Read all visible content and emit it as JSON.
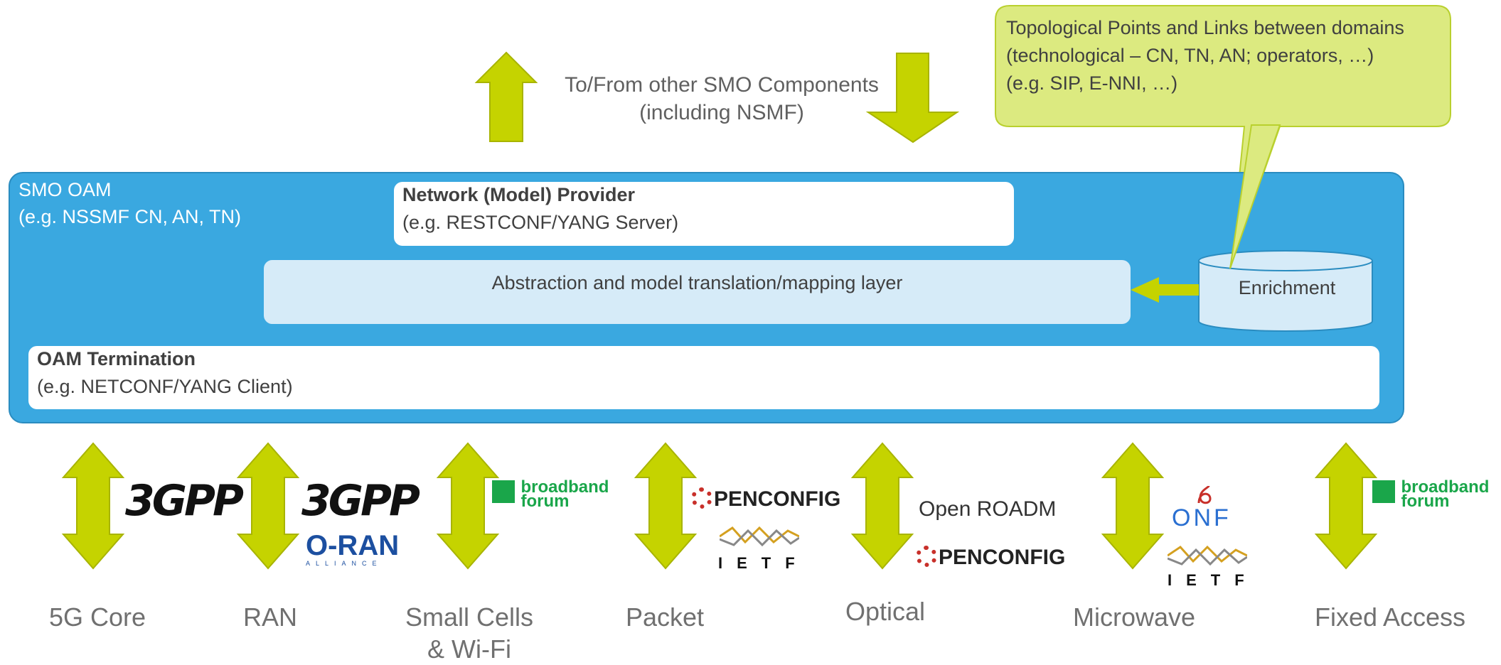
{
  "top": {
    "line1": "To/From other SMO Components",
    "line2": "(including NSMF)"
  },
  "callout": {
    "line1": "Topological Points and Links between domains",
    "line2": "(technological – CN, TN, AN; operators, …)",
    "line3": "(e.g. SIP, E-NNI, …)"
  },
  "smo": {
    "line1": "SMO OAM",
    "line2": "(e.g. NSSMF CN, AN, TN)"
  },
  "provider": {
    "title": "Network (Model) Provider",
    "subtitle": "(e.g. RESTCONF/YANG Server)"
  },
  "mapping": {
    "label": "Abstraction and model translation/mapping layer"
  },
  "enrichment": {
    "label": "Enrichment"
  },
  "oam": {
    "title": "OAM Termination",
    "subtitle": "(e.g. NETCONF/YANG Client)"
  },
  "domains": [
    {
      "label": "5G Core"
    },
    {
      "label": "RAN"
    },
    {
      "label": "Small Cells",
      "label2": "& Wi-Fi"
    },
    {
      "label": "Packet"
    },
    {
      "label": "Optical"
    },
    {
      "label": "Microwave"
    },
    {
      "label": "Fixed Access"
    }
  ],
  "logos": {
    "gpp": "3GPP",
    "bbf_line1": "broadband",
    "bbf_line2": "forum",
    "openconfig": "PENCONFIG",
    "ietf": "IETF",
    "oran": "O-RAN",
    "oran_sub": "ALLIANCE",
    "openroadm": "Open ROADM",
    "onf": "ONF"
  },
  "colors": {
    "arrow": "#c5d300",
    "smo_blue": "#3aa8e0",
    "mapping": "#d6ebf8",
    "callout": "#dcea80"
  }
}
